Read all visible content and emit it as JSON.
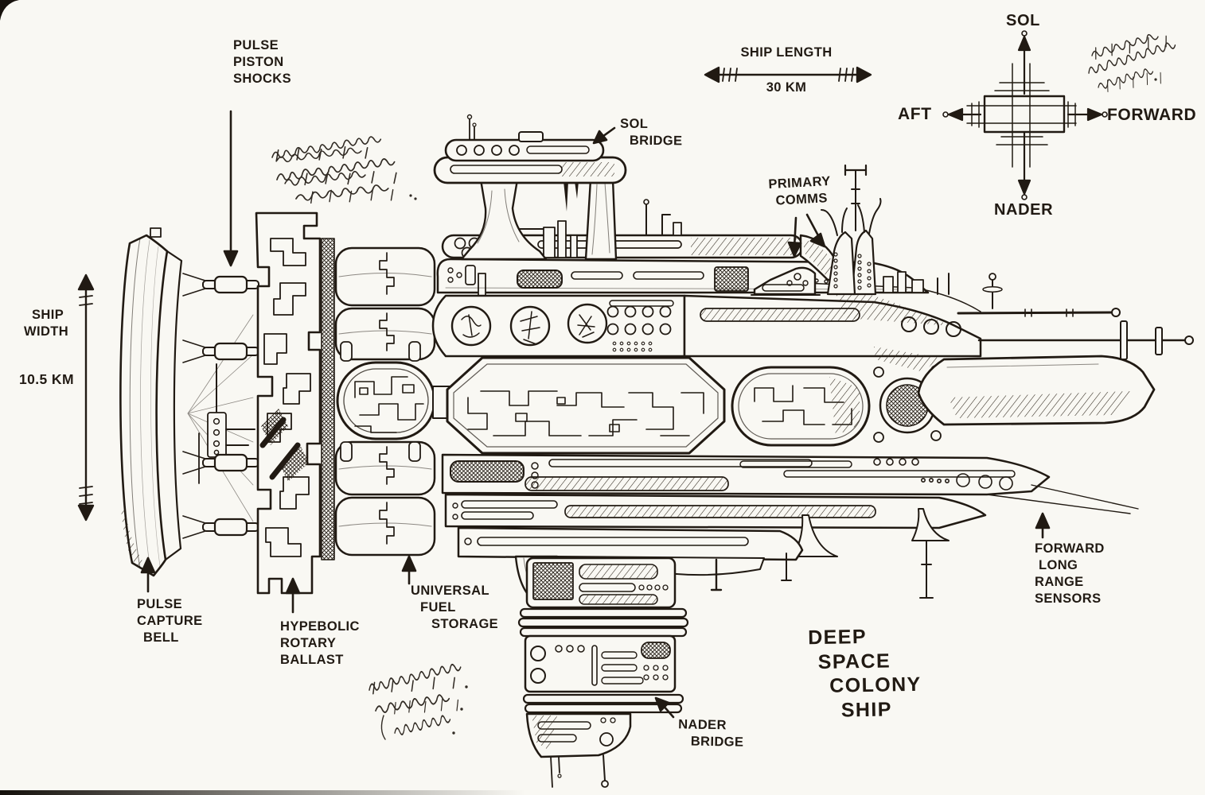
{
  "title": {
    "lines": [
      "DEEP",
      "SPACE",
      "COLONY",
      "SHIP"
    ]
  },
  "dimensions": {
    "length": {
      "label": "SHIP LENGTH",
      "value": "30 KM"
    },
    "width": {
      "label_lines": [
        "SHIP",
        "WIDTH"
      ],
      "value": "10.5 KM"
    }
  },
  "compass": {
    "up": "SOL",
    "down": "NADER",
    "left": "AFT",
    "right": "FORWARD"
  },
  "callouts": {
    "pulse_piston_shocks": {
      "lines": [
        "PULSE",
        "PISTON",
        "SHOCKS"
      ]
    },
    "sol_bridge": {
      "lines": [
        "SOL",
        "BRIDGE"
      ]
    },
    "primary_comms": {
      "lines": [
        "PRIMARY",
        "COMMS"
      ]
    },
    "pulse_capture_bell": {
      "lines": [
        "PULSE",
        "CAPTURE",
        "BELL"
      ]
    },
    "hypebolic_rotary_ballast": {
      "lines": [
        "HYPEBOLIC",
        "ROTARY",
        "BALLAST"
      ]
    },
    "universal_fuel_storage": {
      "lines": [
        "UNIVERSAL",
        "FUEL",
        "STORAGE"
      ]
    },
    "nader_bridge": {
      "lines": [
        "NADER",
        "BRIDGE"
      ]
    },
    "forward_long_range_sensors": {
      "lines": [
        "FORWARD",
        "LONG",
        "RANGE",
        "SENSORS"
      ]
    }
  },
  "illegible_notes": [
    {
      "id": "asemic-note-upper-left"
    },
    {
      "id": "asemic-note-beside-compass"
    },
    {
      "id": "asemic-note-lower-middle"
    }
  ],
  "colors": {
    "ink": "#211a13",
    "paper": "#f9f8f3"
  }
}
